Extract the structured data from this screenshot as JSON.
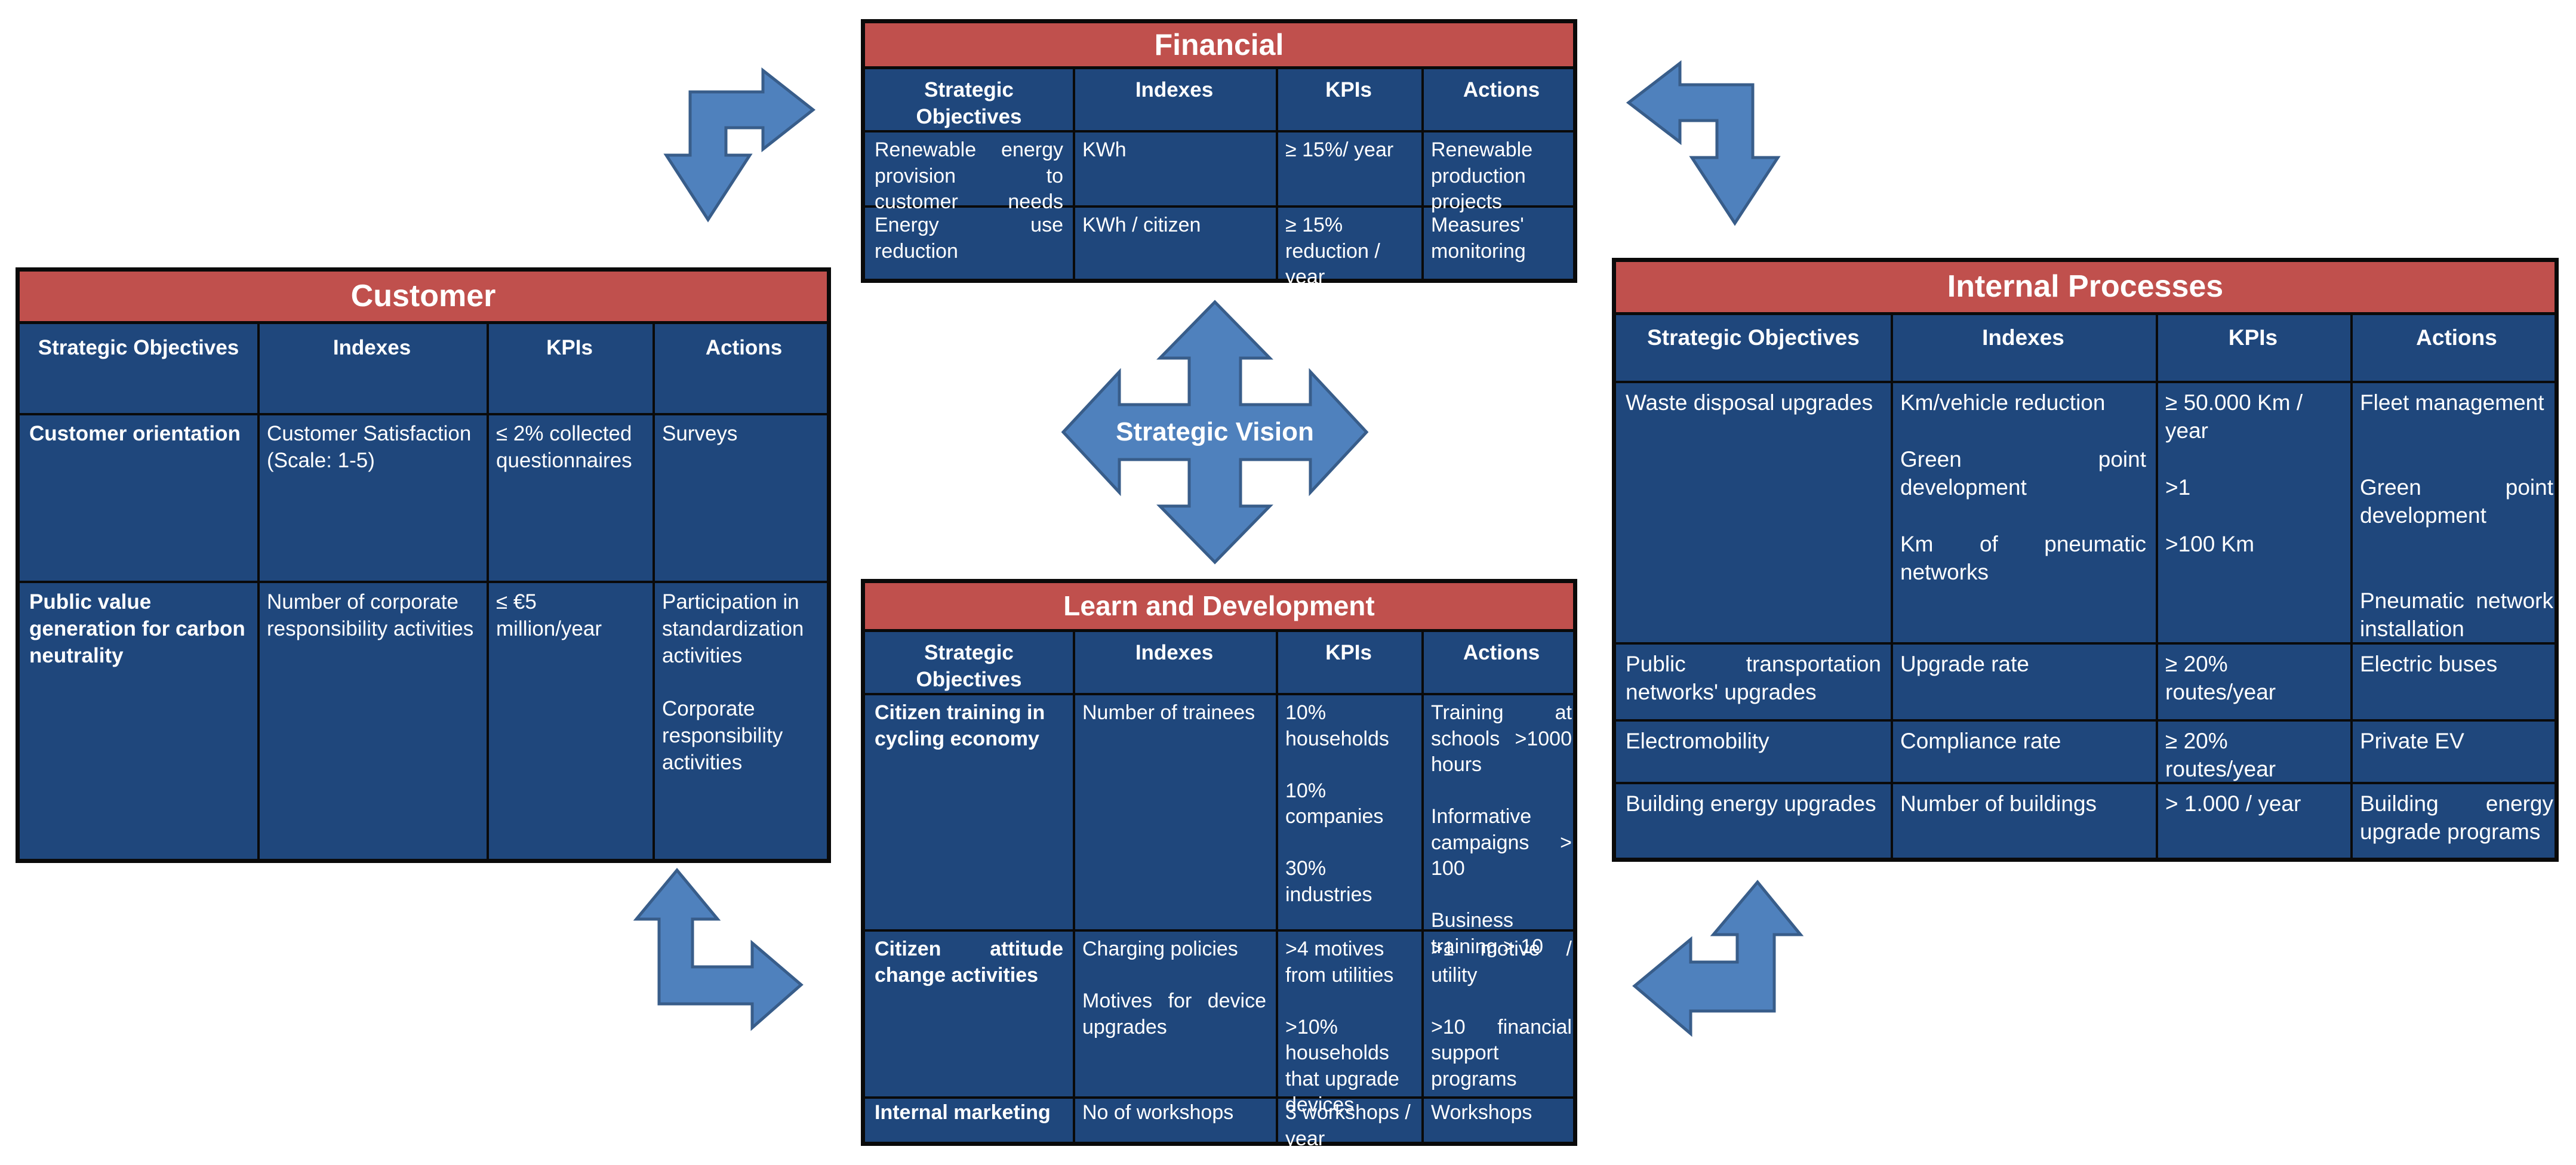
{
  "colors": {
    "panel": "#1f477c",
    "title_bar": "#c0504d",
    "arrow": "#4f81bd",
    "arrow_stroke": "#385d8a",
    "border": "#0a0a0a"
  },
  "icons": [
    "arrow-up-right-icon",
    "arrow-down-left-icon",
    "four-way-arrow-icon"
  ],
  "center": {
    "label": "Strategic Vision"
  },
  "financial": {
    "title": "Financial",
    "headers": [
      "Strategic Objectives",
      "Indexes",
      "KPIs",
      "Actions"
    ],
    "rows": [
      [
        "Renewable energy provision to customer needs",
        "KWh",
        "≥ 15%/ year",
        "Renewable production projects"
      ],
      [
        "Energy use reduction",
        "KWh / citizen",
        "≥ 15% reduction / year",
        "Measures' monitoring"
      ]
    ]
  },
  "customer": {
    "title": "Customer",
    "headers": [
      "Strategic Objectives",
      "Indexes",
      "KPIs",
      "Actions"
    ],
    "rows": [
      [
        "Customer orientation",
        "Customer Satisfaction (Scale: 1-5)",
        "≤ 2% collected questionnaires",
        "Surveys"
      ],
      [
        "Public value generation for carbon neutrality",
        "Number of corporate responsibility activities",
        "≤ €5 million/year",
        "Participation in standardization activities\n\nCorporate responsibility activities"
      ]
    ]
  },
  "internal": {
    "title": "Internal Processes",
    "headers": [
      "Strategic Objectives",
      "Indexes",
      "KPIs",
      "Actions"
    ],
    "rows": [
      [
        "Waste disposal upgrades",
        "Km/vehicle reduction\n\nGreen point development\n\nKm of pneumatic networks",
        "≥ 50.000 Km / year\n\n>1\n\n>100 Km",
        "Fleet management\n\n\nGreen point development\n\n\nPneumatic network installation"
      ],
      [
        "Public transportation networks' upgrades",
        "Upgrade rate",
        "≥ 20% routes/year",
        "Electric buses"
      ],
      [
        "Electromobility",
        "Compliance rate",
        "≥ 20% routes/year",
        "Private EV"
      ],
      [
        "Building energy upgrades",
        "Number of buildings",
        "> 1.000 / year",
        "Building energy upgrade programs"
      ]
    ]
  },
  "learn": {
    "title": "Learn and Development",
    "headers": [
      "Strategic Objectives",
      "Indexes",
      "KPIs",
      "Actions"
    ],
    "rows": [
      [
        "Citizen training in cycling economy",
        "Number of trainees",
        "10% households\n\n10% companies\n\n30% industries",
        "Training at schools >1000 hours\n\nInformative campaigns > 100\n\nBusiness training > 10"
      ],
      [
        "Citizen attitude change activities",
        "Charging policies\n\nMotives for device upgrades",
        ">4 motives from utilities\n\n>10% households that upgrade devices",
        ">1 motive / utility\n\n>10 financial support programs"
      ],
      [
        "Internal marketing",
        "No of workshops",
        "3 workshops / year",
        "Workshops"
      ]
    ]
  }
}
